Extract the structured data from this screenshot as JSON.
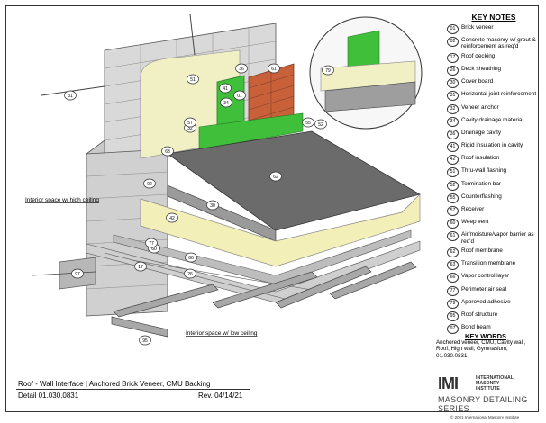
{
  "legend": {
    "title": "KEY NOTES",
    "items": [
      {
        "num": "01",
        "text": "Brick veneer"
      },
      {
        "num": "02",
        "text": "Concrete masonry w/ grout & reinforcement as req'd"
      },
      {
        "num": "17",
        "text": "Roof decking"
      },
      {
        "num": "26",
        "text": "Deck sheathing"
      },
      {
        "num": "30",
        "text": "Cover board"
      },
      {
        "num": "31",
        "text": "Horizontal joint reinforcement"
      },
      {
        "num": "32",
        "text": "Veneer anchor"
      },
      {
        "num": "34",
        "text": "Cavity drainage material"
      },
      {
        "num": "36",
        "text": "Drainage cavity"
      },
      {
        "num": "41",
        "text": "Rigid insulation in cavity"
      },
      {
        "num": "42",
        "text": "Roof insulation"
      },
      {
        "num": "51",
        "text": "Thru-wall flashing"
      },
      {
        "num": "52",
        "text": "Termination bar"
      },
      {
        "num": "55",
        "text": "Counterflashing"
      },
      {
        "num": "57",
        "text": "Receiver"
      },
      {
        "num": "60",
        "text": "Weep vent"
      },
      {
        "num": "61",
        "text": "Air/moisture/vapor barrier as req'd"
      },
      {
        "num": "62",
        "text": "Roof membrane"
      },
      {
        "num": "63",
        "text": "Transition membrane"
      },
      {
        "num": "66",
        "text": "Vapor control layer"
      },
      {
        "num": "77",
        "text": "Perimeter air seal"
      },
      {
        "num": "79",
        "text": "Approved adhesive"
      },
      {
        "num": "95",
        "text": "Roof structure"
      },
      {
        "num": "97",
        "text": "Bond beam"
      }
    ]
  },
  "labels": {
    "interior_high": "Interior space w/ high ceiling",
    "interior_low": "Interior space w/ low ceiling"
  },
  "keywords": {
    "title": "KEY WORDS",
    "text": "Anchored veneer, CMU, Cavity wall, Roof, High wall, Gymnasium, 01.030.0831"
  },
  "title_block": {
    "title": "Roof - Wall Interface | Anchored Brick Veneer, CMU Backing",
    "detail": "Detail 01.030.0831",
    "rev": "Rev. 04/14/21"
  },
  "logo": {
    "mark": "IMI",
    "name_line1": "INTERNATIONAL",
    "name_line2": "MASONRY",
    "name_line3": "INSTITUTE",
    "series": "MASONRY DETAILING SERIES"
  },
  "copyright": "© 2021 International Masonry Institute",
  "callouts": [
    "01",
    "02",
    "17",
    "26",
    "30",
    "31",
    "32",
    "34",
    "36",
    "41",
    "42",
    "51",
    "52",
    "55",
    "57",
    "60",
    "61",
    "62",
    "63",
    "66",
    "77",
    "79",
    "95",
    "97"
  ],
  "colors": {
    "brick": "#c8603a",
    "green": "#3fbf3a",
    "insulation": "#f3efb8",
    "cmu": "#d8d8d8",
    "membrane": "#6b6b6b",
    "steel": "#9e9e9e"
  }
}
